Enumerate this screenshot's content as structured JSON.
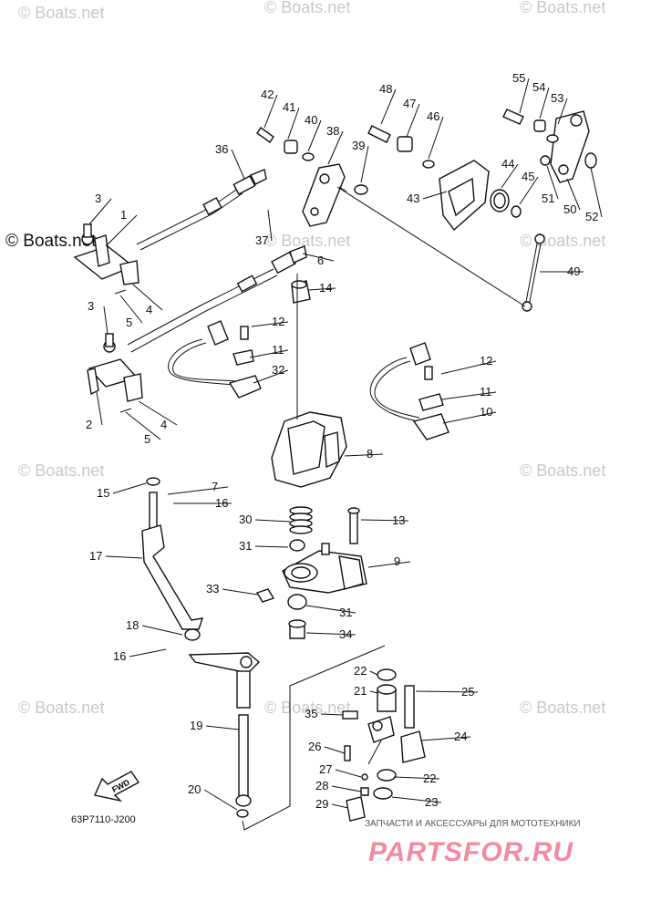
{
  "watermark": "© Boats.net",
  "watermark_left": "© Boats.net",
  "diagram_code": "63P7110-J200",
  "fwd_label": "FWD",
  "promo_text": "ЗАПЧАСТИ И АКСЕССУАРЫ ДЛЯ МОТОТЕХНИКИ",
  "promo_brand": "PARTSFOR.RU",
  "callouts": [
    {
      "id": "55",
      "label": "55"
    },
    {
      "id": "54",
      "label": "54"
    },
    {
      "id": "53",
      "label": "53"
    },
    {
      "id": "48",
      "label": "48"
    },
    {
      "id": "47",
      "label": "47"
    },
    {
      "id": "46",
      "label": "46"
    },
    {
      "id": "42",
      "label": "42"
    },
    {
      "id": "41",
      "label": "41"
    },
    {
      "id": "40",
      "label": "40"
    },
    {
      "id": "38",
      "label": "38"
    },
    {
      "id": "39",
      "label": "39"
    },
    {
      "id": "36",
      "label": "36"
    },
    {
      "id": "44",
      "label": "44"
    },
    {
      "id": "45",
      "label": "45"
    },
    {
      "id": "43",
      "label": "43"
    },
    {
      "id": "51",
      "label": "51"
    },
    {
      "id": "50",
      "label": "50"
    },
    {
      "id": "52",
      "label": "52"
    },
    {
      "id": "3a",
      "label": "3"
    },
    {
      "id": "1",
      "label": "1"
    },
    {
      "id": "37",
      "label": "37"
    },
    {
      "id": "6",
      "label": "6"
    },
    {
      "id": "14",
      "label": "14"
    },
    {
      "id": "49",
      "label": "49"
    },
    {
      "id": "4a",
      "label": "4"
    },
    {
      "id": "5a",
      "label": "5"
    },
    {
      "id": "3b",
      "label": "3"
    },
    {
      "id": "12a",
      "label": "12"
    },
    {
      "id": "11a",
      "label": "11"
    },
    {
      "id": "32",
      "label": "32"
    },
    {
      "id": "12b",
      "label": "12"
    },
    {
      "id": "11b",
      "label": "11"
    },
    {
      "id": "10",
      "label": "10"
    },
    {
      "id": "2",
      "label": "2"
    },
    {
      "id": "4b",
      "label": "4"
    },
    {
      "id": "5b",
      "label": "5"
    },
    {
      "id": "8",
      "label": "8"
    },
    {
      "id": "15",
      "label": "15"
    },
    {
      "id": "7",
      "label": "7"
    },
    {
      "id": "16a",
      "label": "16"
    },
    {
      "id": "30",
      "label": "30"
    },
    {
      "id": "13",
      "label": "13"
    },
    {
      "id": "31a",
      "label": "31"
    },
    {
      "id": "17",
      "label": "17"
    },
    {
      "id": "9",
      "label": "9"
    },
    {
      "id": "33",
      "label": "33"
    },
    {
      "id": "31b",
      "label": "31"
    },
    {
      "id": "18",
      "label": "18"
    },
    {
      "id": "34",
      "label": "34"
    },
    {
      "id": "16b",
      "label": "16"
    },
    {
      "id": "22a",
      "label": "22"
    },
    {
      "id": "21",
      "label": "21"
    },
    {
      "id": "25",
      "label": "25"
    },
    {
      "id": "35",
      "label": "35"
    },
    {
      "id": "19",
      "label": "19"
    },
    {
      "id": "24",
      "label": "24"
    },
    {
      "id": "26",
      "label": "26"
    },
    {
      "id": "27",
      "label": "27"
    },
    {
      "id": "22b",
      "label": "22"
    },
    {
      "id": "20",
      "label": "20"
    },
    {
      "id": "28",
      "label": "28"
    },
    {
      "id": "23",
      "label": "23"
    },
    {
      "id": "29",
      "label": "29"
    }
  ]
}
